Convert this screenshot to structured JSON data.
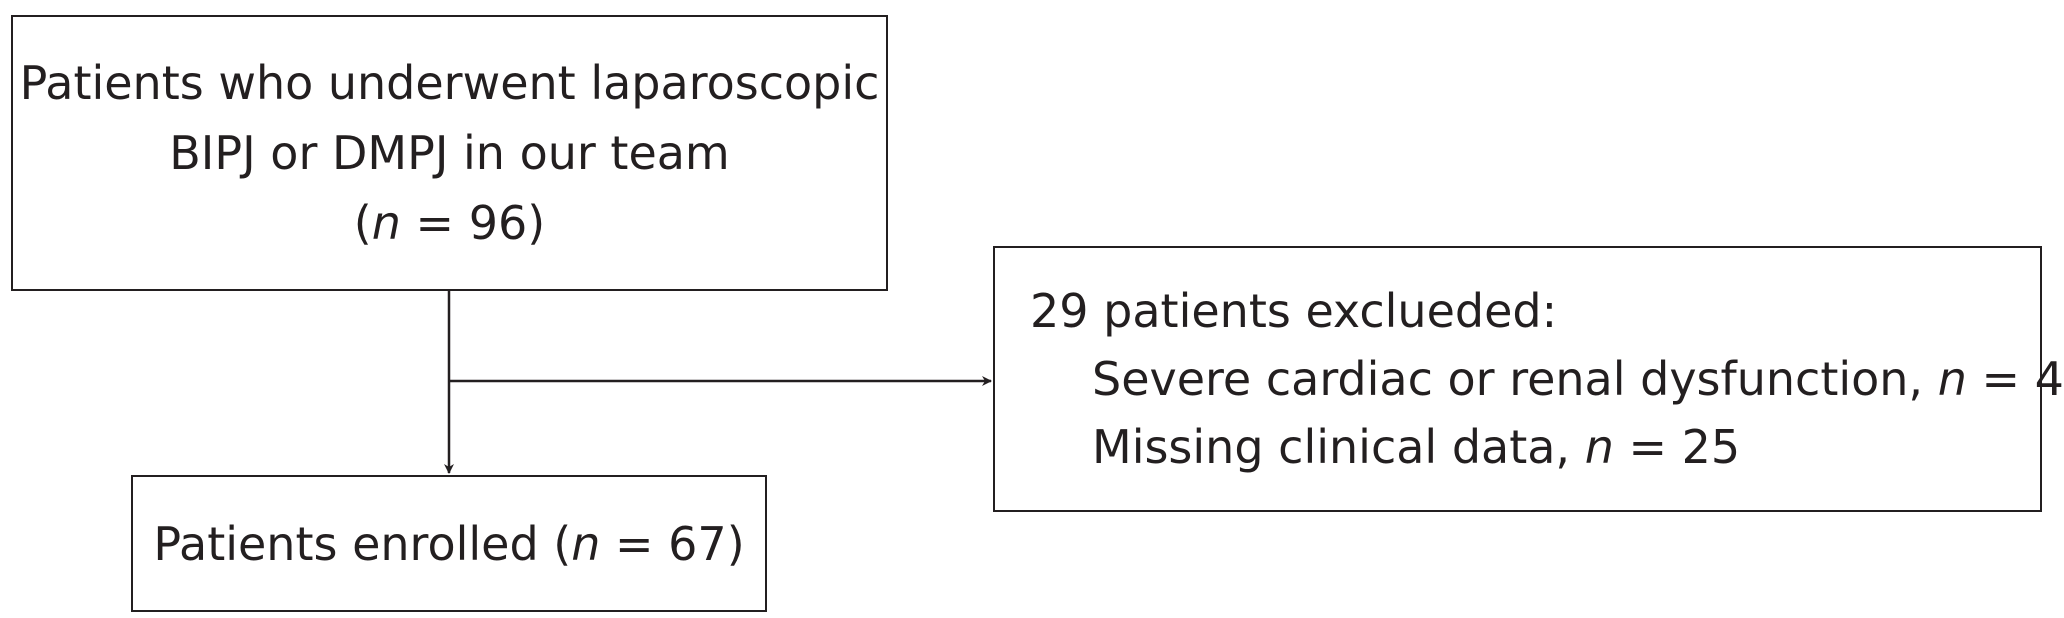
{
  "top_box": {
    "line1": "Patients who underwent laparoscopic",
    "line2": "BIPJ or DMPJ in our team",
    "count_open": "(",
    "count_var": "n",
    "count_rest": " = 96)"
  },
  "bottom_box": {
    "prefix": "Patients enrolled (",
    "var": "n",
    "suffix": " = 67)"
  },
  "right_box": {
    "heading": "29 patients exclueded:",
    "item1_text": "Severe cardiac or renal dysfunction, ",
    "item1_var": "n",
    "item1_value": " = 4",
    "item2_text": "Missing clinical data, ",
    "item2_var": "n",
    "item2_value": " = 25"
  }
}
